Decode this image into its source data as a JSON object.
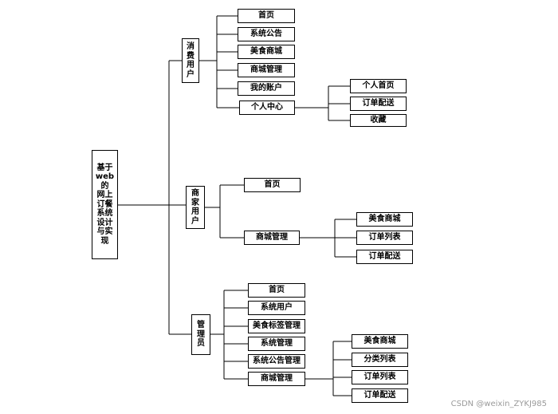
{
  "root": {
    "label": "基于\nweb的\n网上\n订餐\n系统\n设计\n与实\n现"
  },
  "consumer": {
    "label": "消\n费\n用\n户",
    "items": [
      "首页",
      "系统公告",
      "美食商城",
      "商城管理",
      "我的账户",
      "个人中心"
    ],
    "personal_center_items": [
      "个人首页",
      "订单配送",
      "收藏"
    ]
  },
  "merchant": {
    "label": "商\n家\n用\n户",
    "items": [
      "首页",
      "商城管理"
    ],
    "mall_items": [
      "美食商城",
      "订单列表",
      "订单配送"
    ]
  },
  "admin": {
    "label": "管\n理\n员",
    "items": [
      "首页",
      "系统用户",
      "美食标签管理",
      "系统管理",
      "系统公告管理",
      "商城管理"
    ],
    "mall_items": [
      "美食商城",
      "分类列表",
      "订单列表",
      "订单配送"
    ]
  },
  "watermark": "CSDN @weixin_ZYKJ985"
}
